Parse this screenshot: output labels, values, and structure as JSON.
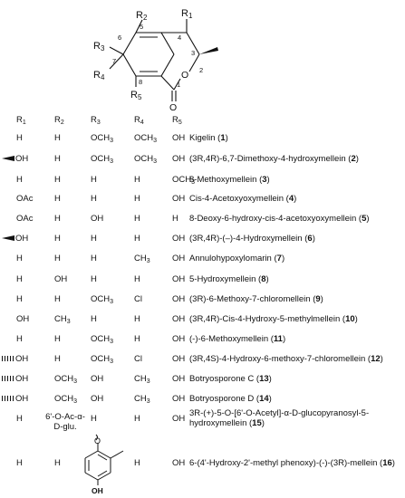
{
  "structure": {
    "atoms": {
      "r1": "R",
      "r1_sub": "1",
      "r2": "R",
      "r2_sub": "2",
      "r3": "R",
      "r3_sub": "3",
      "r4": "R",
      "r4_sub": "4",
      "r5": "R",
      "r5_sub": "5",
      "n1": "1",
      "n2": "2",
      "n3": "3",
      "n4": "4",
      "n5": "5",
      "n6": "6",
      "n7": "7",
      "n8": "8",
      "o_ring": "O",
      "o_carbonyl": "O"
    }
  },
  "table": {
    "headers": [
      {
        "main": "R",
        "sub": "1"
      },
      {
        "main": "R",
        "sub": "2"
      },
      {
        "main": "R",
        "sub": "3"
      },
      {
        "main": "R",
        "sub": "4"
      },
      {
        "main": "R",
        "sub": "5"
      }
    ],
    "rows": [
      {
        "r": [
          "H",
          "H",
          "OCH3",
          "OCH3",
          "OH"
        ],
        "name": "Kigelin",
        "num": "1"
      },
      {
        "r": [
          "OH",
          "H",
          "OCH3",
          "OCH3",
          "OH"
        ],
        "r1_bond": "wedge",
        "name": "(3R,4R)-6,7-Dimethoxy-4-hydroxymellein",
        "num": "2"
      },
      {
        "r": [
          "H",
          "H",
          "H",
          "H",
          "OCH3"
        ],
        "name": "8-Methoxymellein",
        "num": "3"
      },
      {
        "r": [
          "OAc",
          "H",
          "H",
          "H",
          "OH"
        ],
        "name": "Cis-4-Acetoxyoxymellein",
        "num": "4"
      },
      {
        "r": [
          "OAc",
          "H",
          "OH",
          "H",
          "H"
        ],
        "name": "8-Deoxy-6-hydroxy-cis-4-acetoxyoxymellein",
        "num": "5"
      },
      {
        "r": [
          "OH",
          "H",
          "H",
          "H",
          "OH"
        ],
        "r1_bond": "wedge",
        "name": "(3R,4R)-(–)-4-Hydroxymellein",
        "num": "6"
      },
      {
        "r": [
          "H",
          "H",
          "H",
          "CH3",
          "OH"
        ],
        "name": "Annulohypoxylomarin",
        "num": "7"
      },
      {
        "r": [
          "H",
          "OH",
          "H",
          "H",
          "OH"
        ],
        "name": "5-Hydroxymellein",
        "num": "8"
      },
      {
        "r": [
          "H",
          "H",
          "OCH3",
          "Cl",
          "OH"
        ],
        "name": "(3R)-6-Methoxy-7-chloromellein",
        "num": "9"
      },
      {
        "r": [
          "OH",
          "CH3",
          "H",
          "H",
          "OH"
        ],
        "name": "(3R,4R)-Cis-4-Hydroxy-5-methylmellein",
        "num": "10"
      },
      {
        "r": [
          "H",
          "H",
          "OCH3",
          "H",
          "OH"
        ],
        "name": "(-)-6-Methoxymellein",
        "num": "11"
      },
      {
        "r": [
          "OH",
          "H",
          "OCH3",
          "Cl",
          "OH"
        ],
        "r1_bond": "hash",
        "name": "(3R,4S)-4-Hydroxy-6-methoxy-7-chloromellein",
        "num": "12"
      },
      {
        "r": [
          "OH",
          "OCH3",
          "OH",
          "CH3",
          "OH"
        ],
        "r1_bond": "hash",
        "name": "Botryosporone C",
        "num": "13"
      },
      {
        "r": [
          "OH",
          "OCH3",
          "OH",
          "CH3",
          "OH"
        ],
        "r1_bond": "hash",
        "name": "Botryosporone D",
        "num": "14"
      },
      {
        "r": [
          "H",
          "6'-O-Ac-α-D-glu.",
          "H",
          "H",
          "OH"
        ],
        "name": "3R-(+)-5-O-[6'-O-Acetyl]-α-D-glucopyranosyl-5-hydroxymellein",
        "num": "15"
      },
      {
        "r": [
          "H",
          "H",
          "",
          "H",
          "OH"
        ],
        "r3_struct": "phenoxy",
        "name": "6-(4'-Hydroxy-2'-methyl phenoxy)-(-)-(3R)-mellein",
        "num": "16"
      }
    ],
    "phenoxy_atoms": {
      "o": "O",
      "oh": "OH"
    }
  }
}
